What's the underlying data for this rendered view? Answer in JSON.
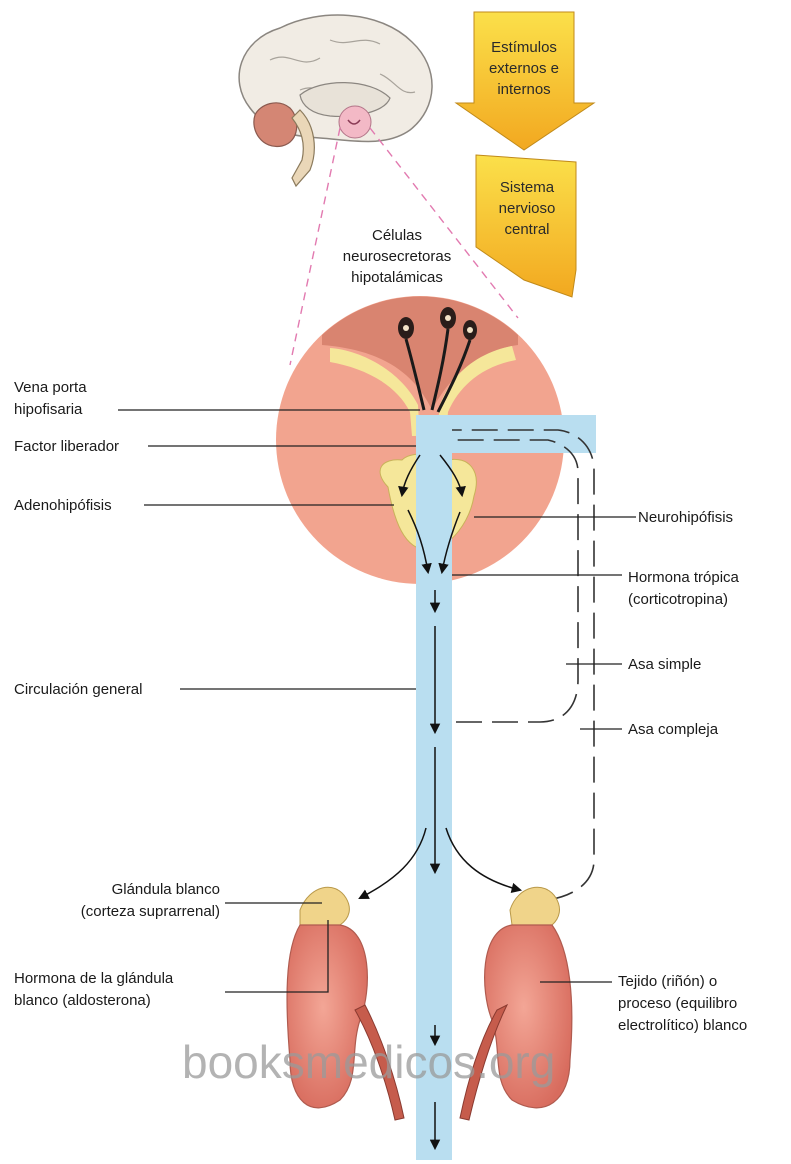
{
  "arrows": {
    "stimuli": [
      "Estímulos",
      "externos e",
      "internos"
    ],
    "cns": [
      "Sistema",
      "nervioso",
      "central"
    ]
  },
  "labels": {
    "neurosecretory": [
      "Células",
      "neurosecretoras",
      "hipotalámicas"
    ],
    "portal_vein": [
      "Vena porta",
      "hipofisaria"
    ],
    "releasing_factor": "Factor liberador",
    "adenohypophysis": "Adenohipófisis",
    "neurohypophysis": "Neurohipófisis",
    "tropic_hormone": [
      "Hormona trópica",
      "(corticotropina)"
    ],
    "general_circulation": "Circulación general",
    "simple_loop": "Asa simple",
    "complex_loop": "Asa compleja",
    "target_gland": [
      "Glándula blanco",
      "(corteza suprarrenal)"
    ],
    "target_hormone": [
      "Hormona de la glándula",
      "blanco (aldosterona)"
    ],
    "target_tissue": [
      "Tejido (riñón) o",
      "proceso (equilibro",
      "electrolítico) blanco"
    ]
  },
  "watermark": "booksmedicos.org",
  "colors": {
    "arrow_fill": "#f7c93c",
    "circulation": "#b9def0",
    "pituitary_disc": "#f2a48f",
    "hypothalamus": "#d98470",
    "yellow_tissue": "#f5e79a",
    "kidney": "#e9877a",
    "leader_dash": "#e27ab0"
  }
}
